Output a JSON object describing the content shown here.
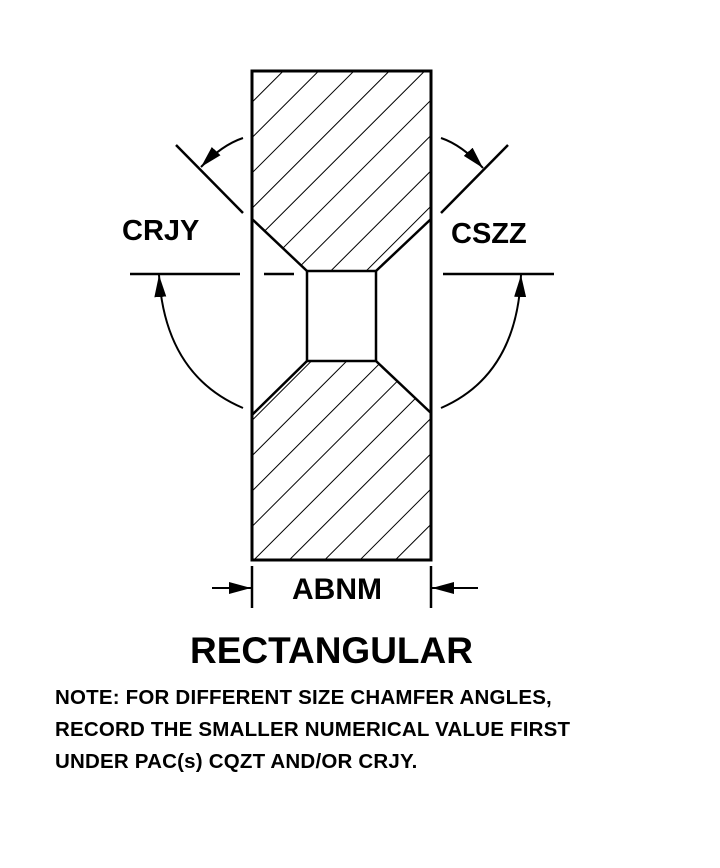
{
  "labels": {
    "left_angle": "CRJY",
    "right_angle": "CSZZ",
    "width": "ABNM",
    "title": "RECTANGULAR"
  },
  "note": [
    "NOTE: FOR DIFFERENT SIZE CHAMFER ANGLES,",
    "RECORD THE SMALLER NUMERICAL VALUE FIRST",
    "UNDER PAC(s) CQZT AND/OR CRJY."
  ],
  "colors": {
    "ink": "#000000",
    "background": "#ffffff"
  }
}
